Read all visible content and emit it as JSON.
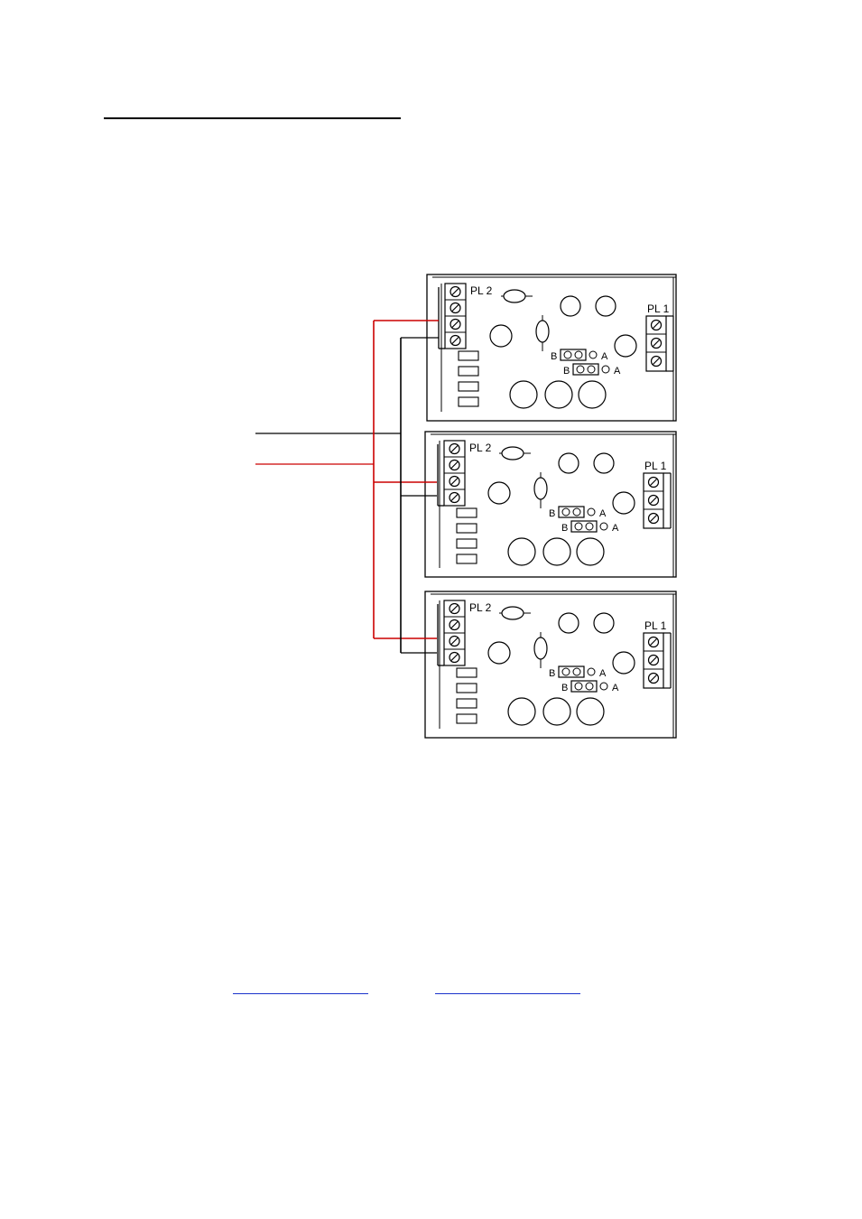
{
  "diagram": {
    "connector_main": "PL 2",
    "connector_aux": "PL 1",
    "jumper_left": "B",
    "jumper_right": "A",
    "wire_colors": {
      "black": "#000000",
      "red": "#cc0000"
    },
    "boards": [
      {
        "id": "board-1"
      },
      {
        "id": "board-2"
      },
      {
        "id": "board-3"
      }
    ]
  }
}
